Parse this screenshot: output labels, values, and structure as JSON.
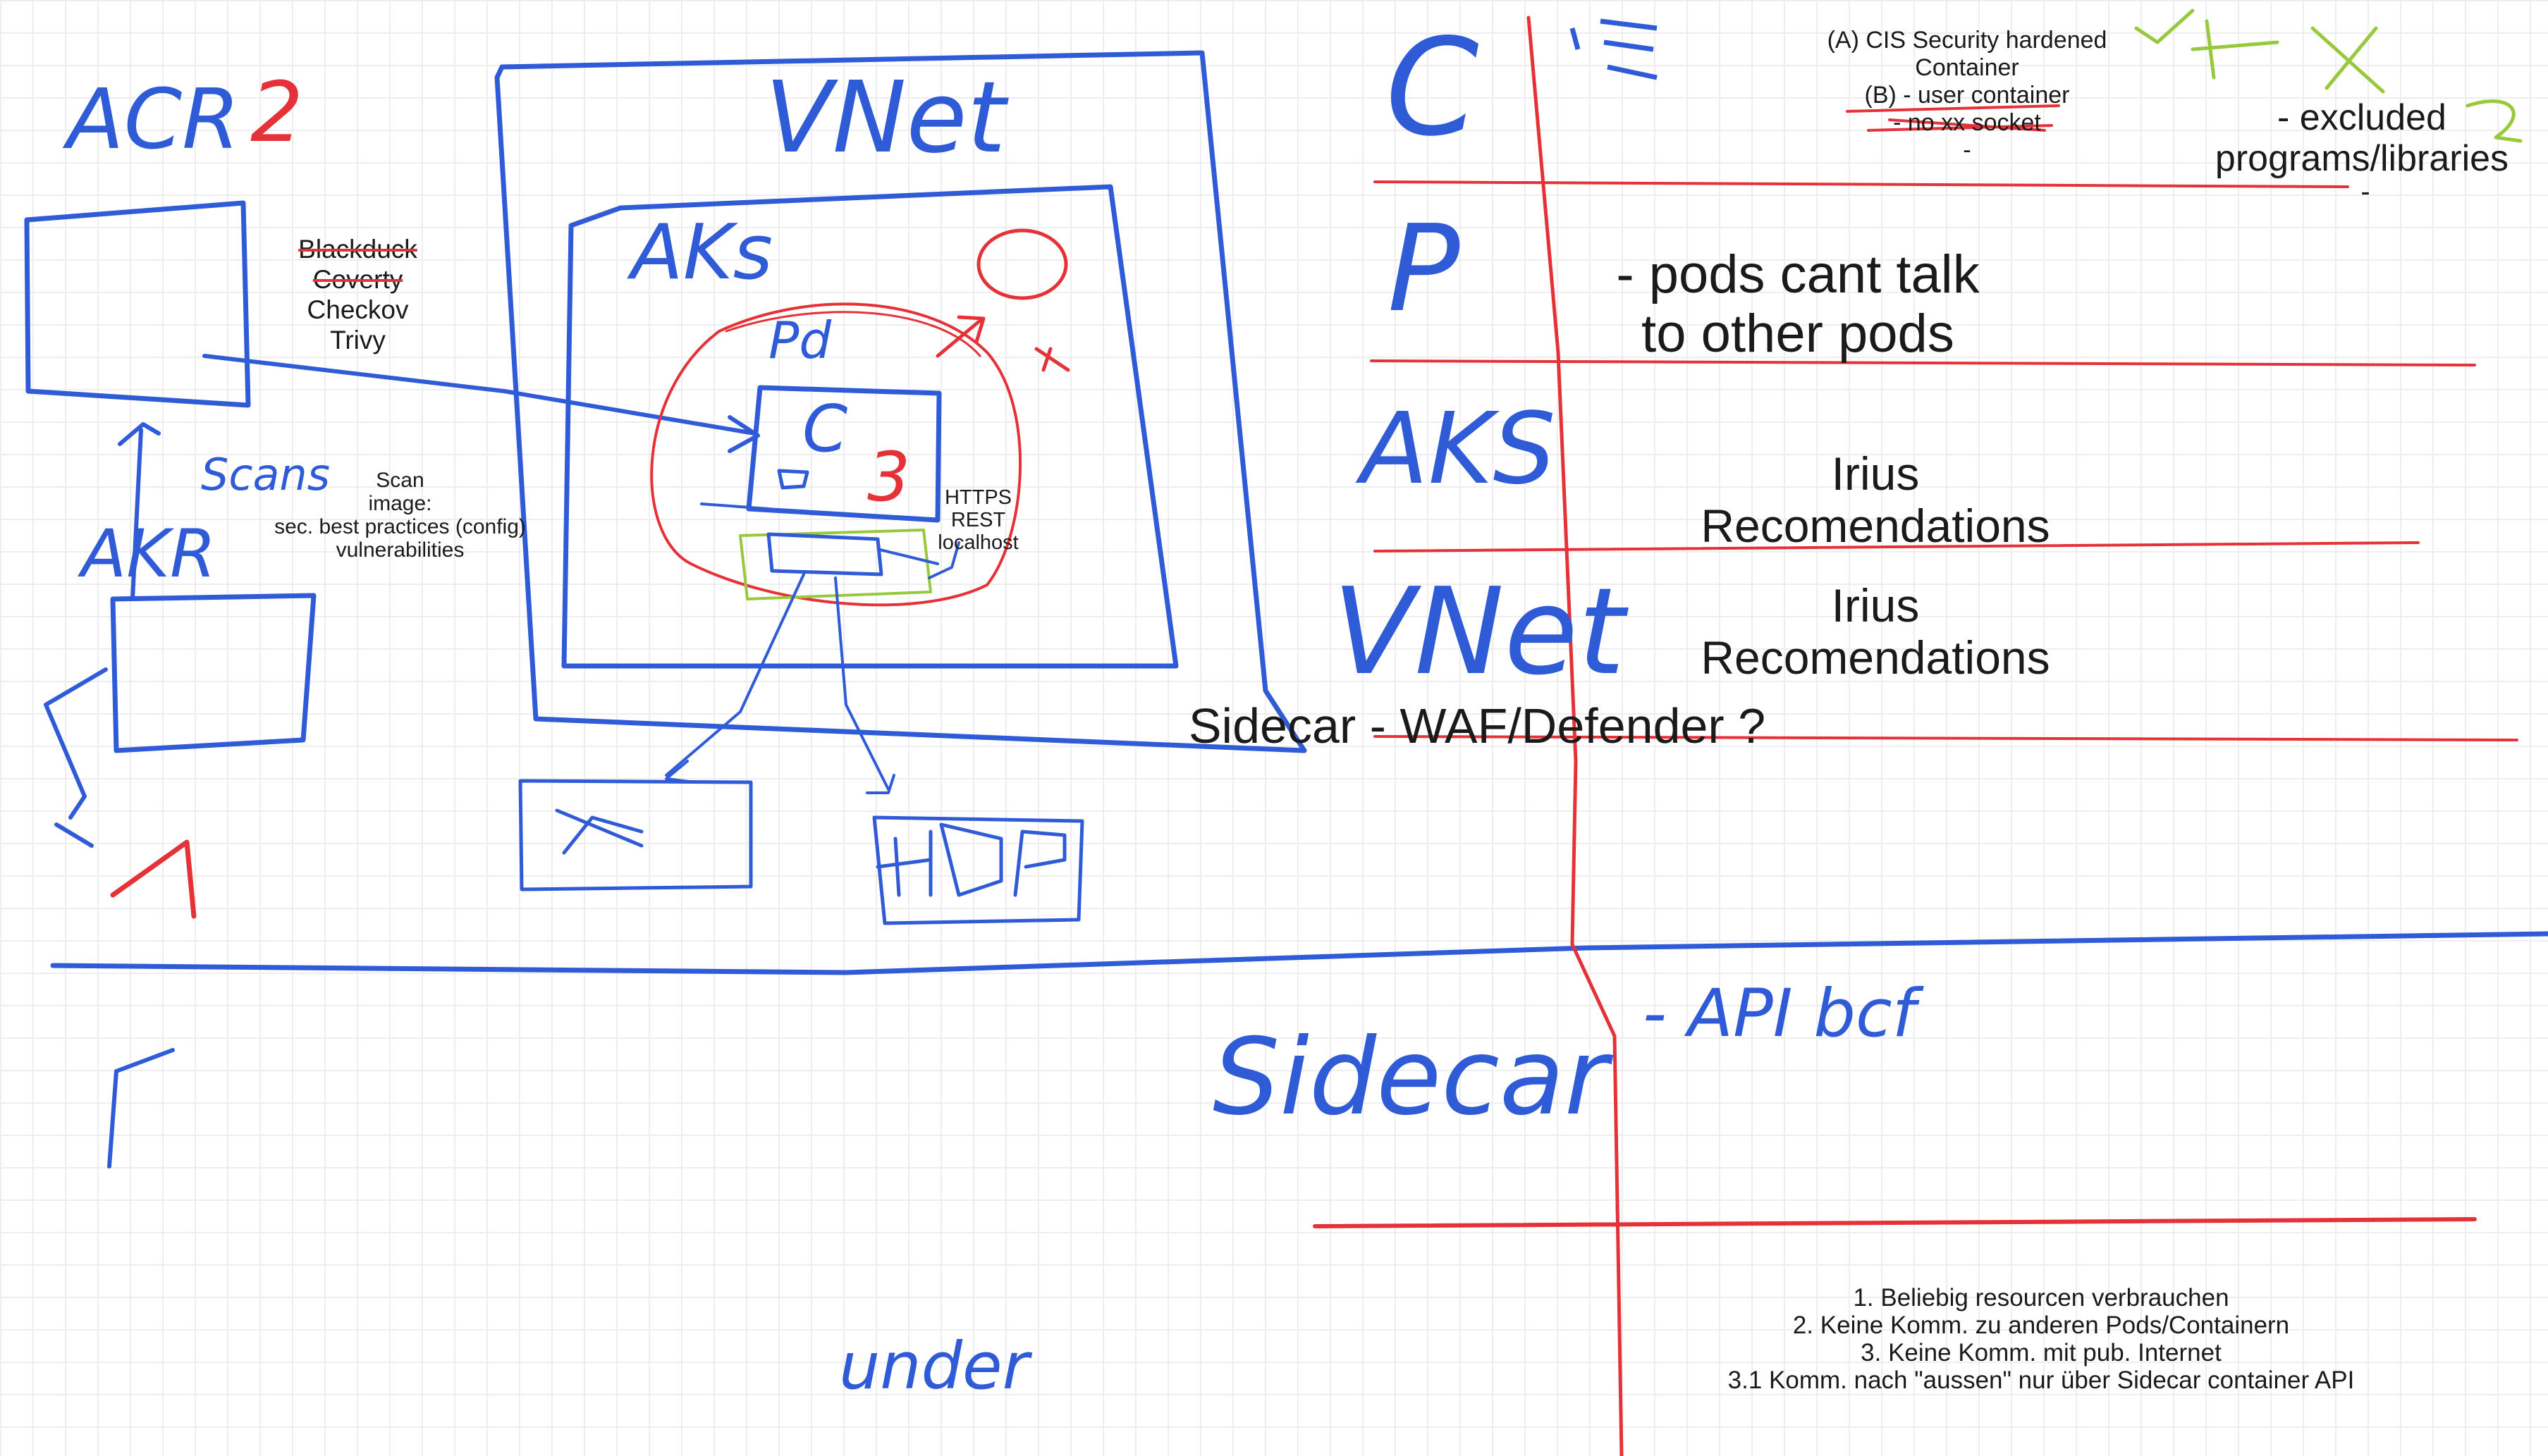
{
  "handwriting": {
    "acr": "ACR",
    "acr_number": "2",
    "vnet": "VNet",
    "aks": "AKs",
    "pod": "Pd",
    "container": "C",
    "container_number": "3",
    "scans": "Scans",
    "akr": "AKR",
    "c_row": "C",
    "p_row": "P",
    "aks_row": "AKS",
    "vnet_row": "VNet",
    "sidecar_row": "Sidecar",
    "api_bcf": "- API bcf",
    "under": "under"
  },
  "scanners": [
    "Blackduck",
    "Coverty",
    "Checkov",
    "Trivy"
  ],
  "scan_note": [
    "Scan",
    "image:",
    "sec. best practices (config)",
    "vulnerabilities"
  ],
  "https_note": [
    "HTTPS",
    "REST",
    "localhost"
  ],
  "container_rules": {
    "a": [
      "(A) CIS Security hardened",
      "Container"
    ],
    "b": "(B) - user container",
    "b2": "- no xx socket",
    "dash": "-"
  },
  "excluded": [
    "- excluded",
    "programs/libraries"
  ],
  "excluded_dash": "-",
  "pods_note": [
    "- pods cant talk",
    "to other pods"
  ],
  "aks_rec": [
    "Irius",
    "Recomendations"
  ],
  "vnet_rec": [
    "Irius",
    "Recomendations"
  ],
  "sidecar_question": "Sidecar - WAF/Defender ?",
  "requirements": [
    "1. Beliebig resourcen verbrauchen",
    "2. Keine Komm. zu anderen Pods/Containern",
    "3. Keine Komm. mit pub. Internet",
    "3.1 Komm. nach \"aussen\" nur über Sidecar container API"
  ],
  "colors": {
    "blue_ink": "#2f5bd7",
    "red_ink": "#e53238",
    "green_ink": "#98c93c"
  }
}
